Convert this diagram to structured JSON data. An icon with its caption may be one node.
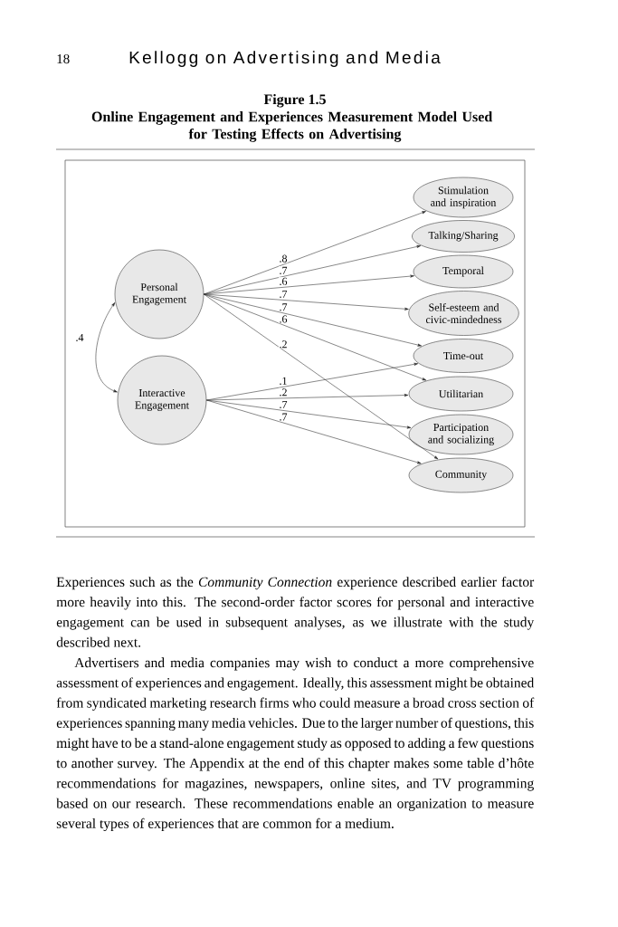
{
  "diagram": {
    "title": "Online Engagement and Experiences Measurement Model Used for Testing Effects on Advertising",
    "nodes": [
      {
        "text": [
          "Personal Engagement"
        ]
      },
      {
        "text": [
          "Interactive Engagement"
        ]
      },
      {
        "text": [
          "Stimulation and inspiration"
        ]
      },
      {
        "text": [
          "Talking/Sharing"
        ]
      },
      {
        "text": [
          "Temporal"
        ]
      },
      {
        "text": [
          "Self-esteem and civic-mindedness"
        ]
      },
      {
        "text": [
          "Time-out"
        ]
      },
      {
        "text": [
          "Utilitarian"
        ]
      },
      {
        "text": [
          "Participation and socializing"
        ]
      },
      {
        "text": [
          "Community"
        ]
      }
    ],
    "edges": [
      {
        "from": 0,
        "to": 2,
        "arrow": "to",
        "label": ".8"
      },
      {
        "from": 0,
        "to": 3,
        "arrow": "to",
        "label": ".7"
      },
      {
        "from": 0,
        "to": 4,
        "arrow": "to",
        "label": ".6"
      },
      {
        "from": 0,
        "to": 5,
        "arrow": "to",
        "label": ".7"
      },
      {
        "from": 0,
        "to": 6,
        "arrow": "to",
        "label": ".7"
      },
      {
        "from": 0,
        "to": 7,
        "arrow": "to",
        "label": ".6"
      },
      {
        "from": 0,
        "to": 9,
        "arrow": "to",
        "label": ".2"
      },
      {
        "from": 1,
        "to": 6,
        "arrow": "to",
        "label": ".1"
      },
      {
        "from": 1,
        "to": 7,
        "arrow": "to",
        "label": ".2"
      },
      {
        "from": 1,
        "to": 8,
        "arrow": "to",
        "label": ".7"
      },
      {
        "from": 1,
        "to": 9,
        "arrow": "to",
        "label": ".7"
      },
      {
        "from": 0,
        "to": 1,
        "arrow": "both",
        "label": ".4"
      }
    ],
    "labels": [
      "18",
      "Kellogg on Advertising and Media",
      "Figure 1.5",
      "Experiences such as the *Community Connection* experience described earlier factor more heavily into this. The second-order factor scores for personal and interactive engagement can be used in subsequent analyses, as we illustrate with the study described next.",
      "Advertisers and media companies may wish to conduct a more comprehensive assessment of experiences and engagement. Ideally, this assessment might be obtained from syndicated marketing research firms who could measure a broad cross section of experiences spanning many media vehicles. Due to the larger number of questions, this might have to be a stand-alone engagement study as opposed to adding a few questions to another survey. The Appendix at the end of this chapter makes some table d’hôte recommendations for magazines, newspapers, online sites, and TV programming based on our research. These recommendations enable an organization to measure several types of experiences that are common for a medium."
    ]
  }
}
